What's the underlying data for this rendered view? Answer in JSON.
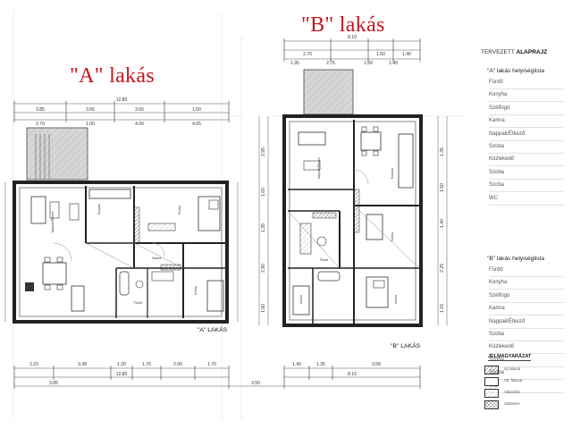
{
  "titles": {
    "a": "\"A\" lakás",
    "b": "\"B\" lakás"
  },
  "panel": {
    "heading_light": "TERVEZETT",
    "heading_bold": "ALAPRAJZ",
    "a_title": "\"A\" lakás helyiséglista",
    "a_rooms": [
      "Fürdő",
      "Konyha",
      "Szélfogó",
      "Kamra",
      "Nappali/Étkező",
      "Szoba",
      "Közlekedő",
      "Szoba",
      "Szoba",
      "WC"
    ],
    "b_title": "\"B\" lakás helyiséglista",
    "b_rooms": [
      "Fürdő",
      "Konyha",
      "Szélfogó",
      "Kamra",
      "Nappali/Étkező",
      "Szoba",
      "Közlekedő",
      "Szoba",
      "Szoba",
      "WC"
    ]
  },
  "legend": {
    "title": "JELMAGYARÁZAT",
    "items": [
      {
        "label": "Új falazat",
        "swatch": "hatch-dense"
      },
      {
        "label": "Vb. falazat",
        "swatch": "blank"
      },
      {
        "label": "Válaszfal",
        "swatch": "hatch-light"
      },
      {
        "label": "Vasbeton",
        "swatch": "cross"
      }
    ]
  },
  "plan_labels": {
    "a": "\"A\" LAKÁS",
    "b": "\"B\" LAKÁS"
  },
  "dims": {
    "b_top_total": "8.10",
    "b_top_row": [
      "2.70",
      "1.50",
      "1.40"
    ],
    "b_top_row2": [
      "1.95",
      "2.75",
      "1.50",
      "1.40"
    ],
    "a_top_total": "12.85",
    "a_top_row": [
      "3.85",
      "3.65",
      "3.65",
      "1.60"
    ],
    "a_top_row2": [
      "2.70",
      "1.00",
      "4.00",
      "4.05"
    ],
    "a_bottom": [
      "2.23",
      "3.38",
      "1.20",
      "1.70",
      "2.00",
      "1.70"
    ],
    "b_bottom": [
      "1.40",
      "1.35",
      "3.58"
    ],
    "a_bottom_total": "12.85",
    "b_bottom_total": "8.10",
    "bottom_row3": [
      "3.85",
      "3.50"
    ],
    "b_right": [
      "1.35",
      "1.50",
      "1.40",
      "2.25",
      "1.15"
    ],
    "b_left": [
      "2.95",
      "1.60",
      "1.35",
      "2.90",
      "1.80"
    ]
  },
  "rooms_a": [
    "Nappali/Étkező",
    "Konyha",
    "Szoba",
    "Szoba",
    "Fürdő",
    "Kamra"
  ],
  "rooms_b": [
    "Nappali/Étkező",
    "Konyha",
    "Szoba",
    "Szoba",
    "Szoba",
    "Fürdő"
  ],
  "colors": {
    "title_red": "#c8141e",
    "wall": "#222222",
    "dim_line": "#555555",
    "grid": "#e3e3e3"
  }
}
